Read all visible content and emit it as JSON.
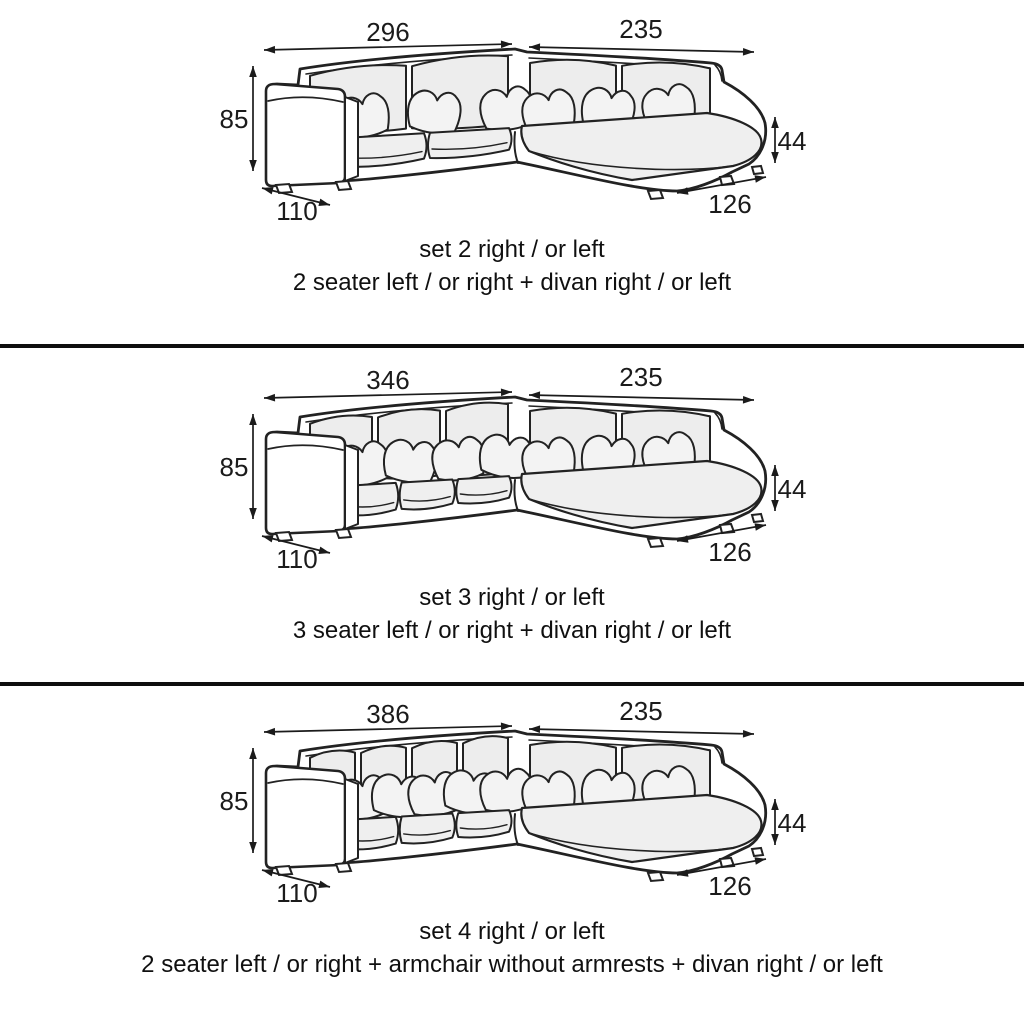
{
  "figure_type": "corner-sofa-dimension-diagram",
  "colors": {
    "background": "#ffffff",
    "line": "#222222",
    "cushion_fill": "#ededed",
    "seat_fill": "#efefef",
    "divider": "#0e0e0e",
    "text": "#101010"
  },
  "sections": [
    {
      "id": "set-2",
      "dimensions": {
        "body_width": "296",
        "divan_width": "235",
        "back_height": "85",
        "divan_seat_height": "44",
        "body_depth": "110",
        "divan_depth": "126"
      },
      "caption": {
        "line1": "set 2 right / or left",
        "line2": "2 seater left / or right + divan right / or left"
      }
    },
    {
      "id": "set-3",
      "dimensions": {
        "body_width": "346",
        "divan_width": "235",
        "back_height": "85",
        "divan_seat_height": "44",
        "body_depth": "110",
        "divan_depth": "126"
      },
      "caption": {
        "line1": "set 3 right / or left",
        "line2": "3 seater left / or right + divan right / or left"
      }
    },
    {
      "id": "set-4",
      "dimensions": {
        "body_width": "386",
        "divan_width": "235",
        "back_height": "85",
        "divan_seat_height": "44",
        "body_depth": "110",
        "divan_depth": "126"
      },
      "caption": {
        "line1": "set 4 right / or left",
        "line2": "2 seater left / or right + armchair without armrests + divan right / or left"
      }
    }
  ]
}
